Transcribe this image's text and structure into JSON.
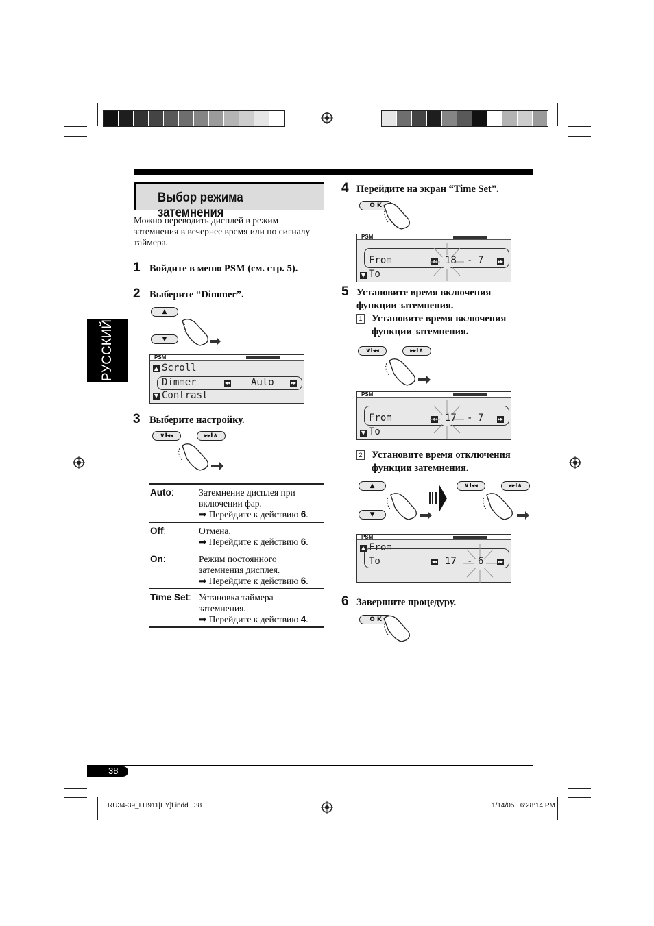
{
  "heading": "Выбор режима затемнения",
  "intro": [
    "Можно переводить дисплей в режим",
    "затемнения в вечернее время или по сигналу",
    "таймера."
  ],
  "side_tab": "РУССКИЙ",
  "steps": {
    "s1": {
      "num": "1",
      "text": "Войдите в меню PSM (см. стр. 5)."
    },
    "s2": {
      "num": "2",
      "text": "Выберите “Dimmer”."
    },
    "s3": {
      "num": "3",
      "text": "Выберите настройку."
    },
    "s4": {
      "num": "4",
      "text": "Перейдите на экран “Time Set”."
    },
    "s5": {
      "num": "5",
      "line1": "Установите время включения",
      "line2": "функции затемнения.",
      "sub1_num": "1",
      "sub1_line1": "Установите время включения",
      "sub1_line2": "функции затемнения.",
      "sub2_num": "2",
      "sub2_line1": "Установите время отключения",
      "sub2_line2": "функции затемнения."
    },
    "s6": {
      "num": "6",
      "text": "Завершите процедуру."
    }
  },
  "buttons": {
    "ok": "O K",
    "up": "▲",
    "down": "▼",
    "prev": "∨I◂◂",
    "next": "▸▸I∧"
  },
  "lcd_psm": "PSM",
  "lcd_dimmer": {
    "row1": "Scroll",
    "row2": "Dimmer",
    "value": "Auto",
    "row3": "Contrast"
  },
  "lcd_time1": {
    "from": "From",
    "to": "To",
    "h": "18",
    "sep": "-",
    "m": "7"
  },
  "lcd_time2": {
    "from": "From",
    "to": "To",
    "h": "17",
    "sep": "-",
    "m": "7"
  },
  "lcd_time3": {
    "from": "From",
    "to": "To",
    "h": "17",
    "sep": "-",
    "m": "6"
  },
  "options": [
    {
      "label": "Auto",
      "colon": ":",
      "lines": [
        "Затемнение дисплея при",
        "включении фар."
      ],
      "goto": "➡ Перейдите к действию ",
      "goto_num": "6",
      "end": "."
    },
    {
      "label": "Off",
      "colon": ":",
      "lines": [
        "Отмена."
      ],
      "goto": "➡ Перейдите к действию ",
      "goto_num": "6",
      "end": "."
    },
    {
      "label": "On",
      "colon": ":",
      "lines": [
        "Режим постоянного",
        "затемнения дисплея."
      ],
      "goto": "➡ Перейдите к действию ",
      "goto_num": "6",
      "end": "."
    },
    {
      "label": "Time Set",
      "colon": ":",
      "lines": [
        "Установка таймера",
        "затемнения."
      ],
      "goto": "➡ Перейдите к действию ",
      "goto_num": "4",
      "end": "."
    }
  ],
  "page_number": "38",
  "footer_left": "RU34-39_LH911[EY]f.indd   38",
  "footer_right": "1/14/05   6:28:14 PM"
}
